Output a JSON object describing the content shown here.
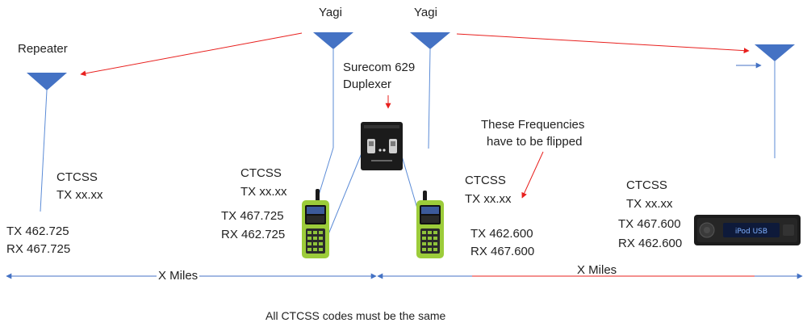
{
  "antennas": {
    "repeater_label": "Repeater",
    "yagi_left_label": "Yagi",
    "yagi_right_label": "Yagi"
  },
  "duplexer": {
    "line1": "Surecom 629",
    "line2": "Duplexer"
  },
  "flip_note": {
    "line1": "These Frequencies",
    "line2": "have to be flipped"
  },
  "repeater_site": {
    "ctcss_label": "CTCSS",
    "ctcss_tone": "TX xx.xx",
    "tx": "TX 462.725",
    "rx": "RX 467.725"
  },
  "radio_left": {
    "ctcss_label": "CTCSS",
    "ctcss_tone": "TX xx.xx",
    "tx": "TX 467.725",
    "rx": "RX 462.725"
  },
  "radio_right": {
    "ctcss_label": "CTCSS",
    "ctcss_tone": "TX xx.xx",
    "tx": "TX 462.600",
    "rx": "RX 467.600"
  },
  "mobile_unit": {
    "ctcss_label": "CTCSS",
    "ctcss_tone": "TX xx.xx",
    "tx": "TX 467.600",
    "rx": "RX 462.600",
    "display_text": "iPod USB"
  },
  "distances": {
    "left_span": "X Miles",
    "right_span": "X Miles"
  },
  "footer_note": "All CTCSS codes must be the same",
  "colors": {
    "antenna": "#4472c4",
    "line_blue": "#5b8bd6",
    "arrow_red": "#e8201e",
    "radio_green": "#9ccc3a",
    "text": "#222222"
  }
}
